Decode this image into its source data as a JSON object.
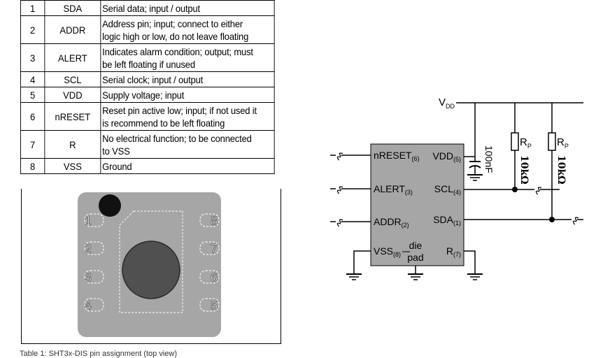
{
  "pin_table": {
    "rows": [
      {
        "num": "1",
        "name": "SDA",
        "desc": [
          "Serial data; input / output"
        ]
      },
      {
        "num": "2",
        "name": "ADDR",
        "desc": [
          "Address pin; input; connect to either",
          "logic high or low, do not leave floating"
        ]
      },
      {
        "num": "3",
        "name": "ALERT",
        "desc": [
          "Indicates alarm condition; output; must",
          "be left floating if unused"
        ]
      },
      {
        "num": "4",
        "name": "SCL",
        "desc": [
          "Serial clock; input / output"
        ]
      },
      {
        "num": "5",
        "name": "VDD",
        "desc": [
          "Supply voltage; input"
        ]
      },
      {
        "num": "6",
        "name": "nRESET",
        "desc": [
          "Reset pin active low; input; if not used it",
          "is recommend to be left floating"
        ]
      },
      {
        "num": "7",
        "name": "R",
        "desc": [
          "No electrical function; to be connected",
          "to VSS"
        ]
      },
      {
        "num": "8",
        "name": "VSS",
        "desc": [
          "Ground"
        ]
      }
    ]
  },
  "package": {
    "left_pins": [
      "1",
      "2",
      "3",
      "4"
    ],
    "right_pins": [
      "8",
      "7",
      "6",
      "5"
    ]
  },
  "circuit": {
    "vdd_label": "V",
    "vdd_sub": "DD",
    "left_pins": [
      {
        "name": "nRESET",
        "num": "(6)"
      },
      {
        "name": "ALERT",
        "num": "(3)"
      },
      {
        "name": "ADDR",
        "num": "(2)"
      },
      {
        "name": "VSS",
        "num": "(8)"
      }
    ],
    "right_pins": [
      {
        "name": "VDD",
        "num": "(5)"
      },
      {
        "name": "SCL",
        "num": "(4)"
      },
      {
        "name": "SDA",
        "num": "(1)"
      },
      {
        "name": "R",
        "num": "(7)"
      }
    ],
    "die_pad_line1": "die",
    "die_pad_line2": "pad",
    "capacitor_label": "100nF",
    "resistor_label": "R",
    "resistor_sub": "P",
    "resistor_value": "10kΩ"
  },
  "caption": "Table 1: SHT3x-DIS pin assignment (top view)"
}
